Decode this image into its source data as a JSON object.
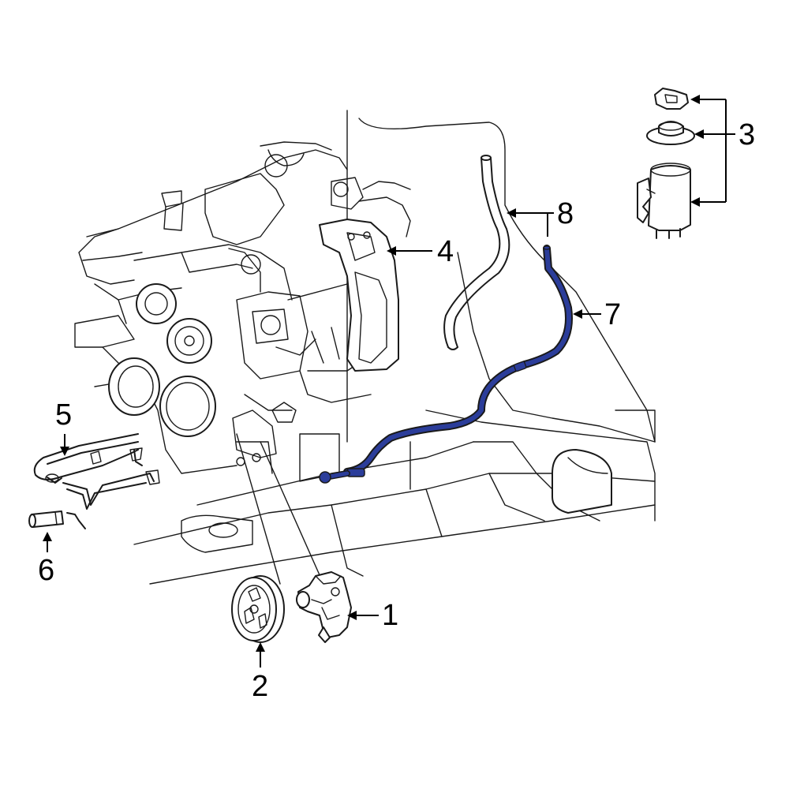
{
  "callouts": [
    {
      "id": "1",
      "label": "1"
    },
    {
      "id": "2",
      "label": "2"
    },
    {
      "id": "3",
      "label": "3"
    },
    {
      "id": "4",
      "label": "4"
    },
    {
      "id": "5",
      "label": "5"
    },
    {
      "id": "6",
      "label": "6"
    },
    {
      "id": "7",
      "label": "7"
    },
    {
      "id": "8",
      "label": "8"
    }
  ],
  "colors": {
    "highlight": "#2b3d9a",
    "outline": "#1a1a1a",
    "background": "#ffffff"
  }
}
